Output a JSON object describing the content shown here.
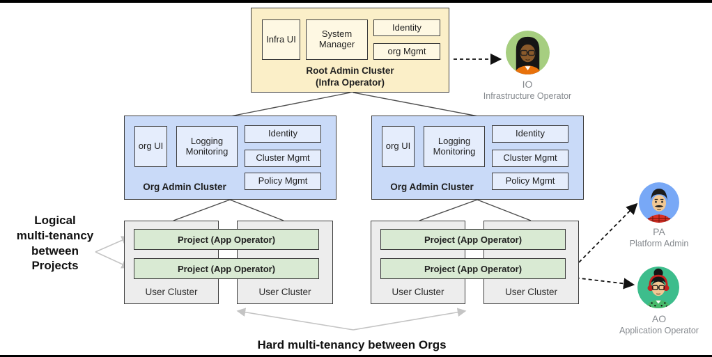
{
  "diagram": {
    "root_admin_cluster": {
      "title": "Root Admin Cluster",
      "subtitle": "(Infra Operator)",
      "components": {
        "infra_ui": "Infra UI",
        "system_manager": "System Manager",
        "identity": "Identity",
        "org_mgmt": "org Mgmt"
      }
    },
    "org_admin_clusters": [
      {
        "title": "Org Admin Cluster",
        "components": {
          "org_ui": "org UI",
          "logging_monitoring": "Logging Monitoring",
          "identity": "Identity",
          "cluster_mgmt": "Cluster Mgmt",
          "policy_mgmt": "Policy Mgmt"
        }
      },
      {
        "title": "Org Admin Cluster",
        "components": {
          "org_ui": "org UI",
          "logging_monitoring": "Logging Monitoring",
          "identity": "Identity",
          "cluster_mgmt": "Cluster Mgmt",
          "policy_mgmt": "Policy Mgmt"
        }
      }
    ],
    "user_cluster_groups": [
      {
        "projects": [
          "Project (App Operator)",
          "Project (App Operator)"
        ],
        "clusters": [
          "User Cluster",
          "User Cluster"
        ]
      },
      {
        "projects": [
          "Project (App Operator)",
          "Project (App Operator)"
        ],
        "clusters": [
          "User Cluster",
          "User Cluster"
        ]
      }
    ],
    "annotations": {
      "left_lines": [
        "Logical",
        "multi-tenancy",
        "between",
        "Projects"
      ],
      "bottom": "Hard multi-tenancy between Orgs"
    },
    "actors": {
      "io": {
        "abbr": "IO",
        "role": "Infrastructure Operator"
      },
      "pa": {
        "abbr": "PA",
        "role": "Platform Admin"
      },
      "ao": {
        "abbr": "AO",
        "role": "Application Operator"
      }
    },
    "colors": {
      "root_cluster_bg": "#FBEFC8",
      "root_component_bg": "#FEF8E3",
      "org_cluster_bg": "#C9DAF8",
      "org_component_bg": "#E5EDFC",
      "project_bg": "#D9EAD3",
      "user_cluster_bg": "#EDEDED",
      "box_border": "#3C3C3C",
      "io_circle": "#A6CE80",
      "pa_circle": "#78A8F6",
      "ao_circle": "#3DBD8C",
      "actor_label_text": "#85898E",
      "gray_arrow": "#C4C4C4",
      "dashed_arrow": "#111111"
    }
  }
}
